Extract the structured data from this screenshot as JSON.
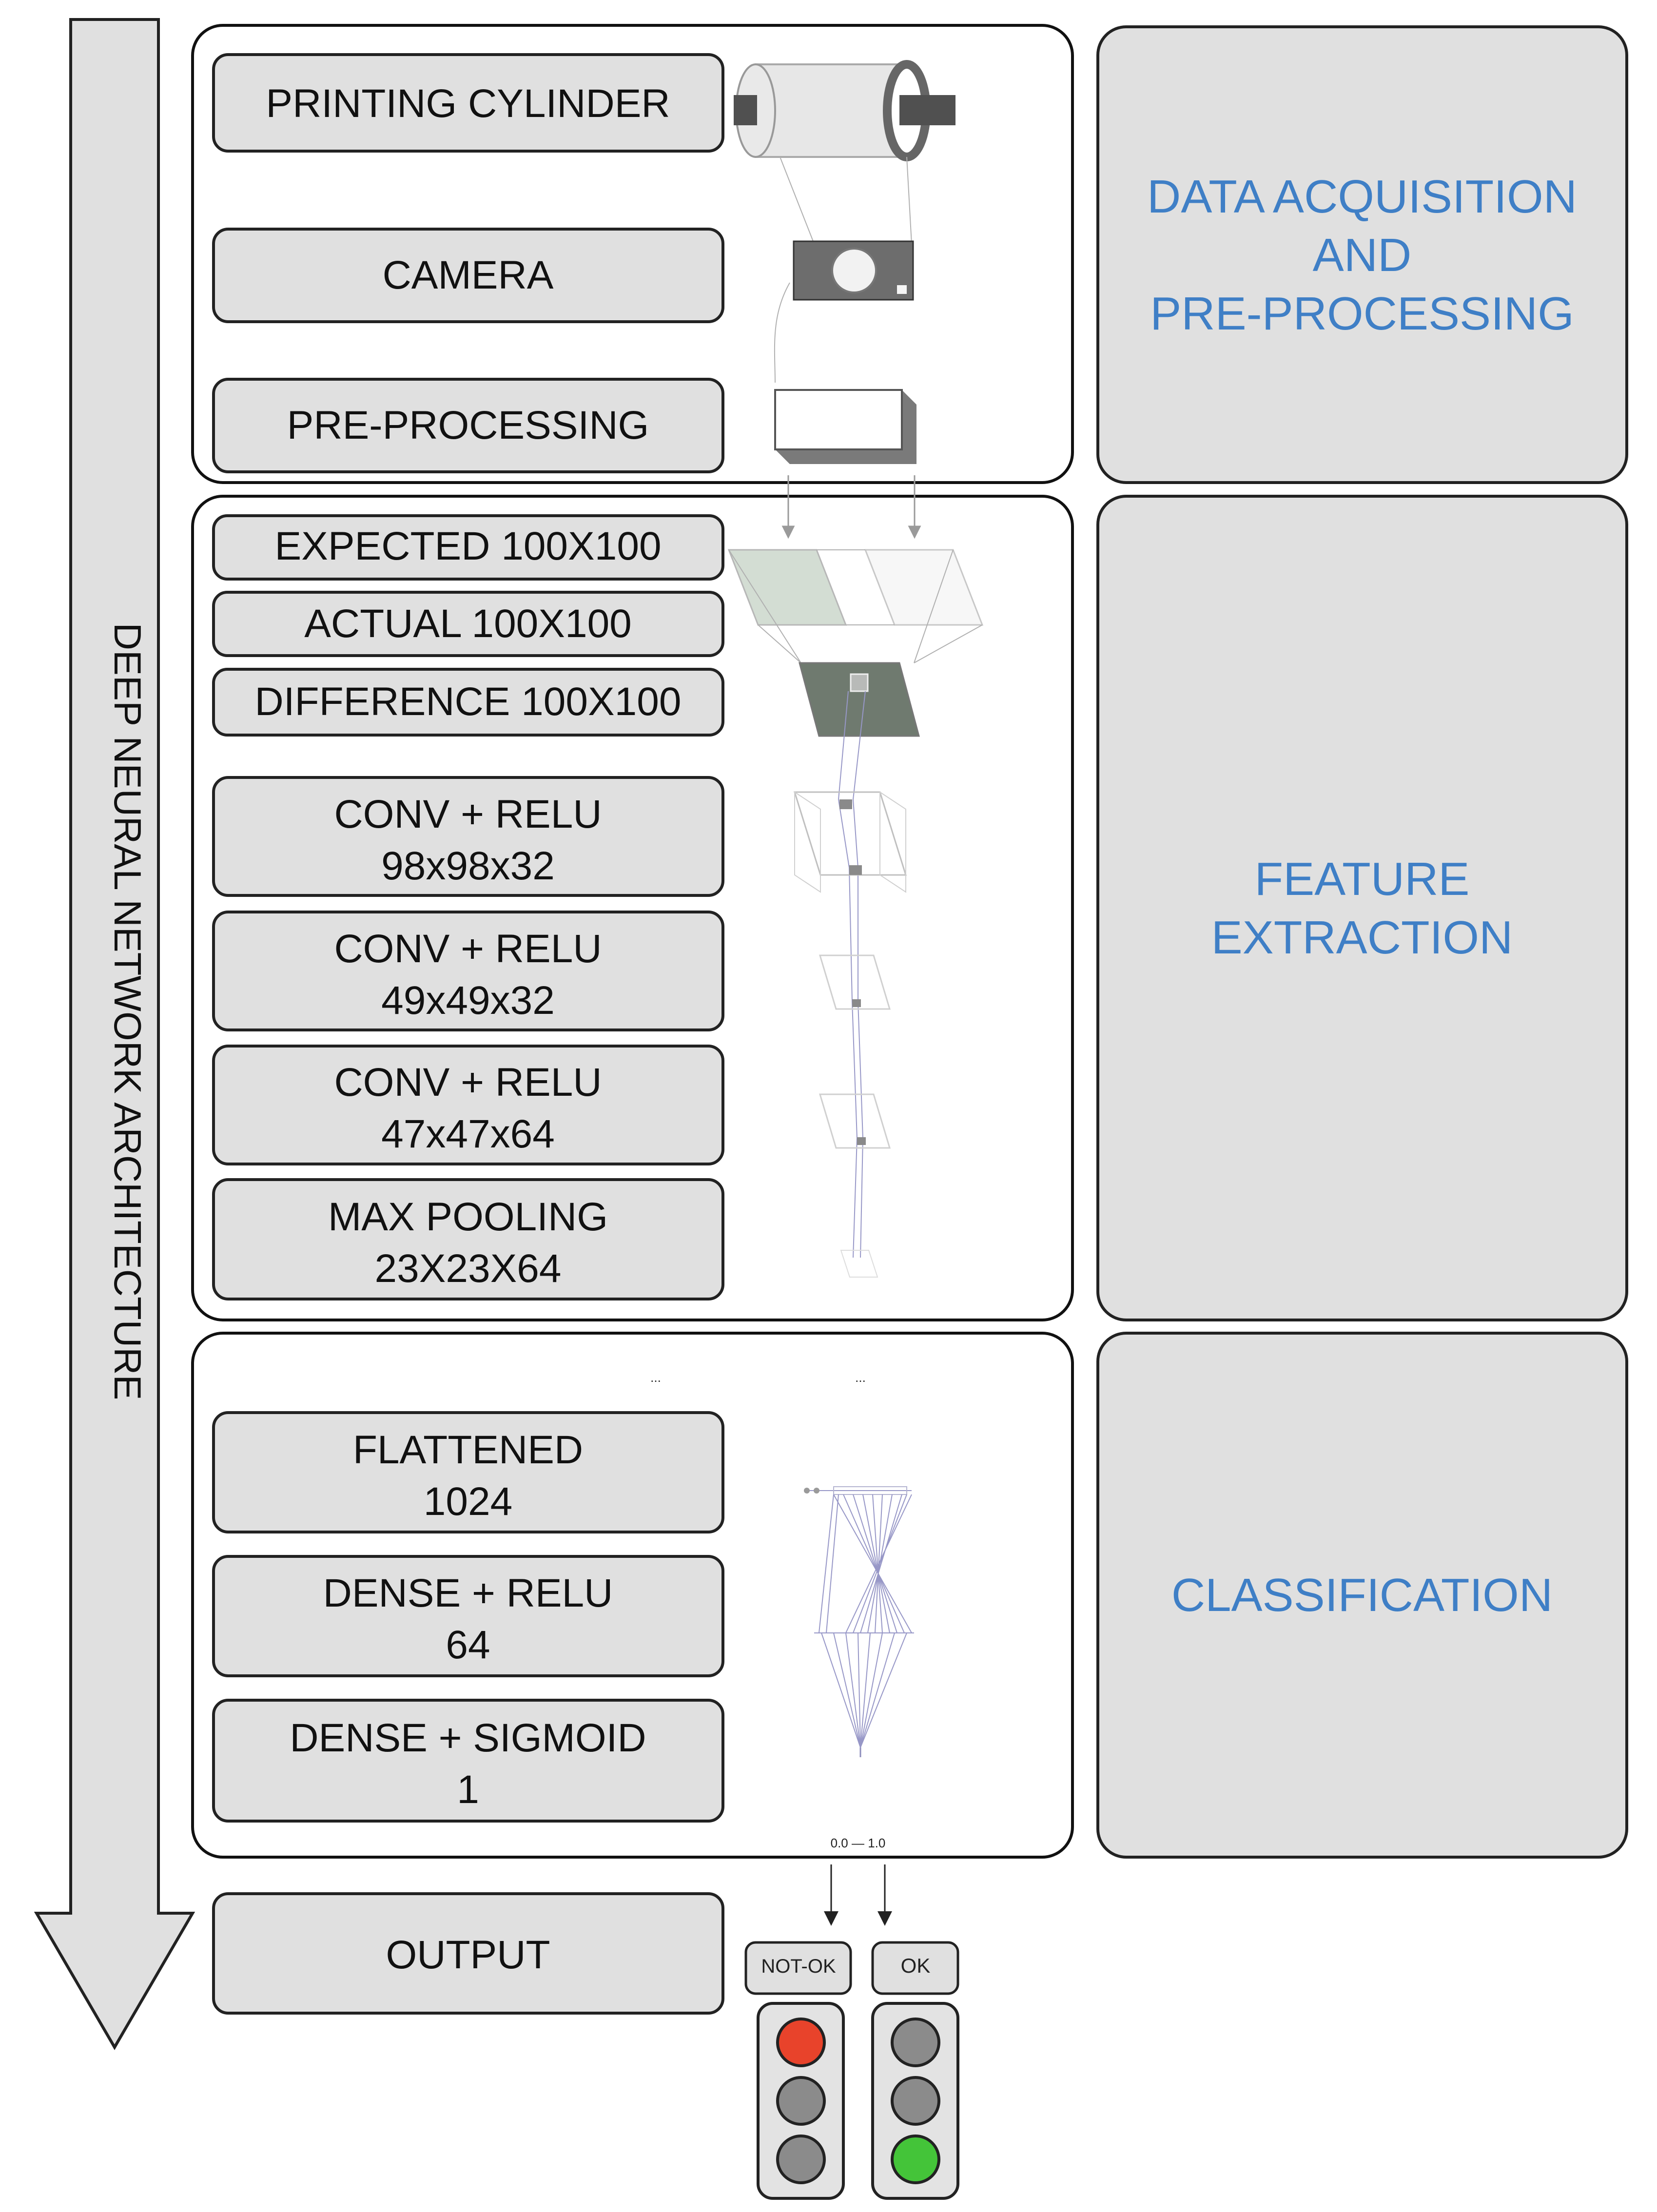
{
  "side_label": "DEEP NEURAL NETWORK ARCHITECTURE",
  "stages": [
    {
      "lines": [
        "DATA ACQUISITION",
        "AND",
        "PRE-PROCESSING"
      ]
    },
    {
      "lines": [
        "FEATURE",
        "EXTRACTION"
      ]
    },
    {
      "lines": [
        "CLASSIFICATION"
      ]
    }
  ],
  "acquisition": {
    "cylinder": "PRINTING CYLINDER",
    "camera": "CAMERA",
    "preprocessing": "PRE-PROCESSING"
  },
  "features": {
    "expected": "EXPECTED 100X100",
    "actual": "ACTUAL 100X100",
    "difference": "DIFFERENCE 100X100",
    "conv1": {
      "title": "CONV + RELU",
      "size": "98x98x32"
    },
    "conv2": {
      "title": "CONV + RELU",
      "size": "49x49x32"
    },
    "conv3": {
      "title": "CONV + RELU",
      "size": "47x47x64"
    },
    "pool": {
      "title": "MAX POOLING",
      "size": "23X23X64"
    }
  },
  "classification": {
    "flattened": {
      "title": "FLATTENED",
      "size": "1024"
    },
    "dense_relu": {
      "title": "DENSE + RELU",
      "size": "64"
    },
    "dense_sigmoid": {
      "title": "DENSE + SIGMOID",
      "size": "1"
    },
    "dots_left": "...",
    "dots_right": "...",
    "range_label": "0.0 — 1.0"
  },
  "output": {
    "label": "OUTPUT",
    "not_ok": "NOT-OK",
    "ok": "OK"
  },
  "colors": {
    "stage_text": "#3f7fc6",
    "red_light": "#e8432b",
    "green_light": "#44c439",
    "gray_light": "#8b8b8b"
  },
  "icons": {
    "cylinder": "printing-cylinder-icon",
    "camera": "camera-icon",
    "preprocessing": "preprocessing-box-icon",
    "traffic_light_left": "traffic-light-icon",
    "traffic_light_right": "traffic-light-icon"
  }
}
